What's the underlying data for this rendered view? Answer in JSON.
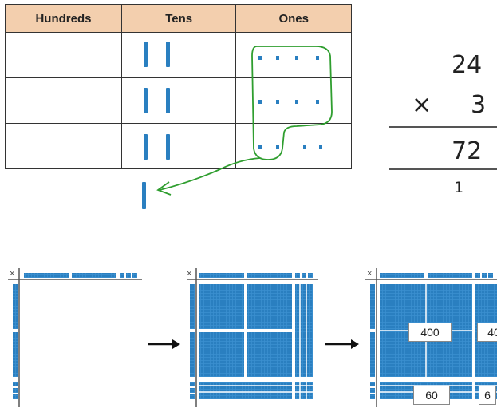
{
  "place_value_table": {
    "headers": [
      "Hundreds",
      "Tens",
      "Ones"
    ],
    "rows": 3,
    "tens_per_row": 2,
    "ones_per_row": 4,
    "extra_tens_below": 1
  },
  "multiplication": {
    "top": "24",
    "operator": "×",
    "multiplier": "3",
    "product": "72",
    "carry": "1"
  },
  "area_models": {
    "corner_label": "×",
    "labels": {
      "four_hundred": "400",
      "forty": "40",
      "sixty": "60",
      "six": "6"
    }
  },
  "colors": {
    "header_fill": "#f3cfae",
    "block_blue": "#2a7fc0",
    "annotation_green": "#2f9e2f"
  }
}
